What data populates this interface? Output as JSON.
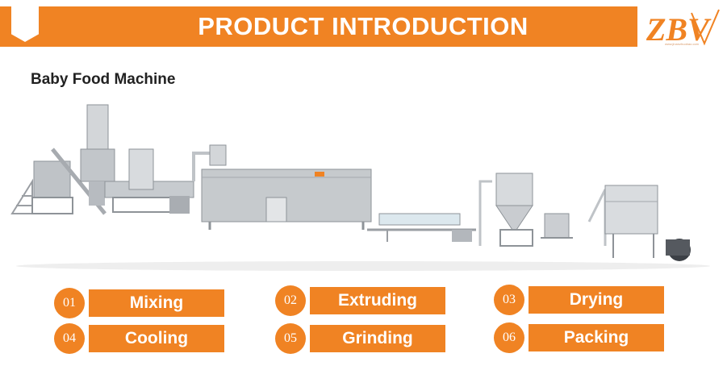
{
  "header": {
    "title": "PRODUCT INTRODUCTION",
    "logo_text": "ZBV",
    "logo_caption": "www.jinanzhuobao.com"
  },
  "subtitle": "Baby Food Machine",
  "steps": [
    {
      "number": "01",
      "label": "Mixing"
    },
    {
      "number": "02",
      "label": "Extruding"
    },
    {
      "number": "03",
      "label": "Drying"
    },
    {
      "number": "04",
      "label": "Cooling"
    },
    {
      "number": "05",
      "label": "Grinding"
    },
    {
      "number": "06",
      "label": "Packing"
    }
  ],
  "colors": {
    "accent": "#f08323",
    "steel": "#c9ccd0",
    "steel_dark": "#8e9398"
  }
}
